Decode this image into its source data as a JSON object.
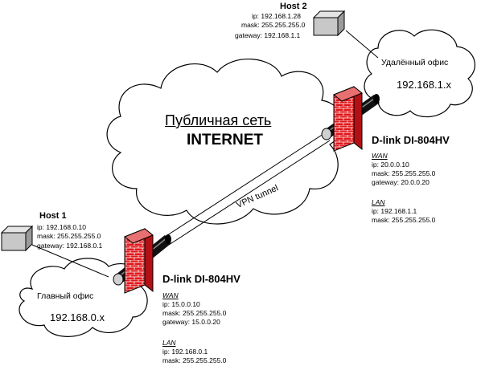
{
  "internet": {
    "line1": "Публичная сеть",
    "line2": "INTERNET"
  },
  "vpn_label": "VPN tunnel",
  "host1": {
    "title": "Host 1",
    "ip": "ip: 192.168.0.10",
    "mask": "mask: 255.255.255.0",
    "gateway": "gateway: 192.168.0.1"
  },
  "host2": {
    "title": "Host 2",
    "ip": "ip: 192.168.1.28",
    "mask": "mask: 255.255.255.0",
    "gateway": "gateway: 192.168.1.1"
  },
  "main_office": {
    "name": "Главный офис",
    "network": "192.168.0.x"
  },
  "remote_office": {
    "name": "Удалённый офис",
    "network": "192.168.1.x"
  },
  "router1": {
    "name": "D-link DI-804HV",
    "wan_title": "WAN",
    "wan_ip": "ip: 15.0.0.10",
    "wan_mask": "mask: 255.255.255.0",
    "wan_gateway": "gateway: 15.0.0.20",
    "lan_title": "LAN",
    "lan_ip": "ip: 192.168.0.1",
    "lan_mask": "mask: 255.255.255.0"
  },
  "router2": {
    "name": "D-link DI-804HV",
    "wan_title": "WAN",
    "wan_ip": "ip: 20.0.0.10",
    "wan_mask": "mask: 255.255.255.0",
    "wan_gateway": "gateway: 20.0.0.20",
    "lan_title": "LAN",
    "lan_ip": "ip: 192.168.1.1",
    "lan_mask": "mask: 255.255.255.0"
  },
  "colors": {
    "brick": "#e0171b",
    "mortar": "#ffffff",
    "pipe": "#000000",
    "host_box": "#c8c8c8"
  }
}
